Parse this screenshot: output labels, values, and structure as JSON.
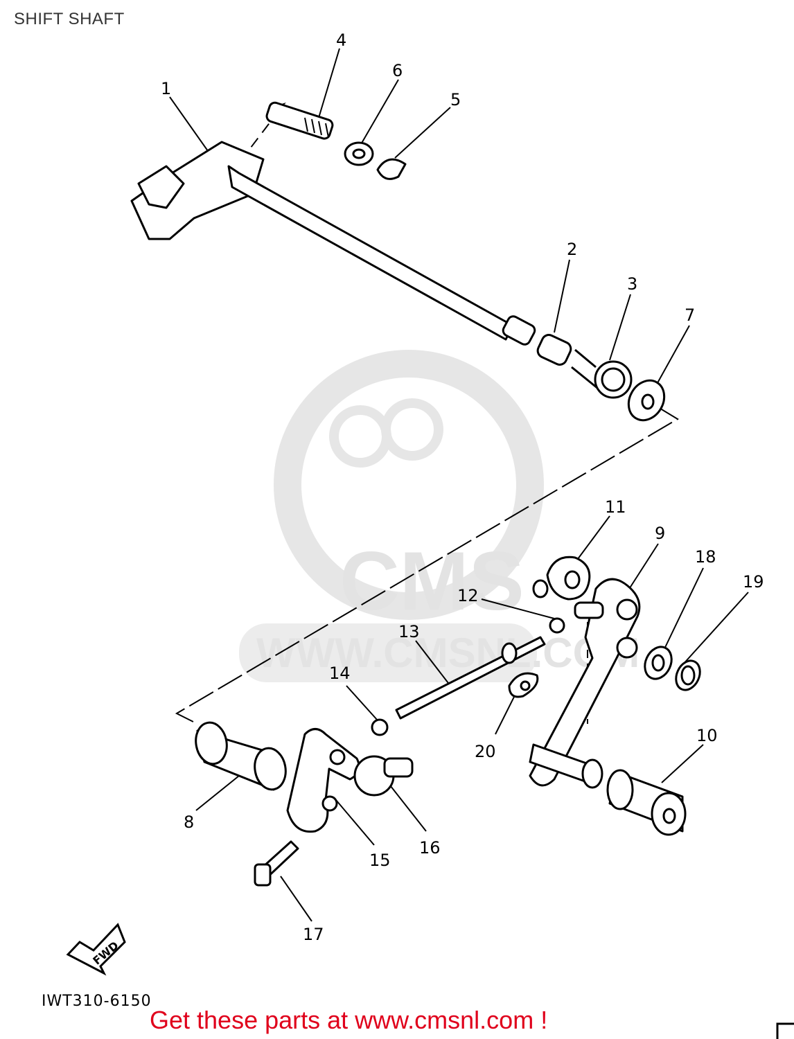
{
  "title": "SHIFT SHAFT",
  "diagram_code": "IWT310-6150",
  "fwd_label": "FWD",
  "watermark": {
    "logo_text": "CMS",
    "url_text": "WWW.CMSNL.COM"
  },
  "footer": "Get these parts at www.cmsnl.com !",
  "parts": {
    "p1": "1",
    "p2": "2",
    "p3": "3",
    "p4": "4",
    "p5": "5",
    "p6": "6",
    "p7": "7",
    "p8": "8",
    "p9": "9",
    "p10": "10",
    "p11": "11",
    "p12": "12",
    "p13": "13",
    "p14": "14",
    "p15": "15",
    "p16": "16",
    "p17": "17",
    "p18": "18",
    "p19": "19",
    "p20": "20"
  }
}
